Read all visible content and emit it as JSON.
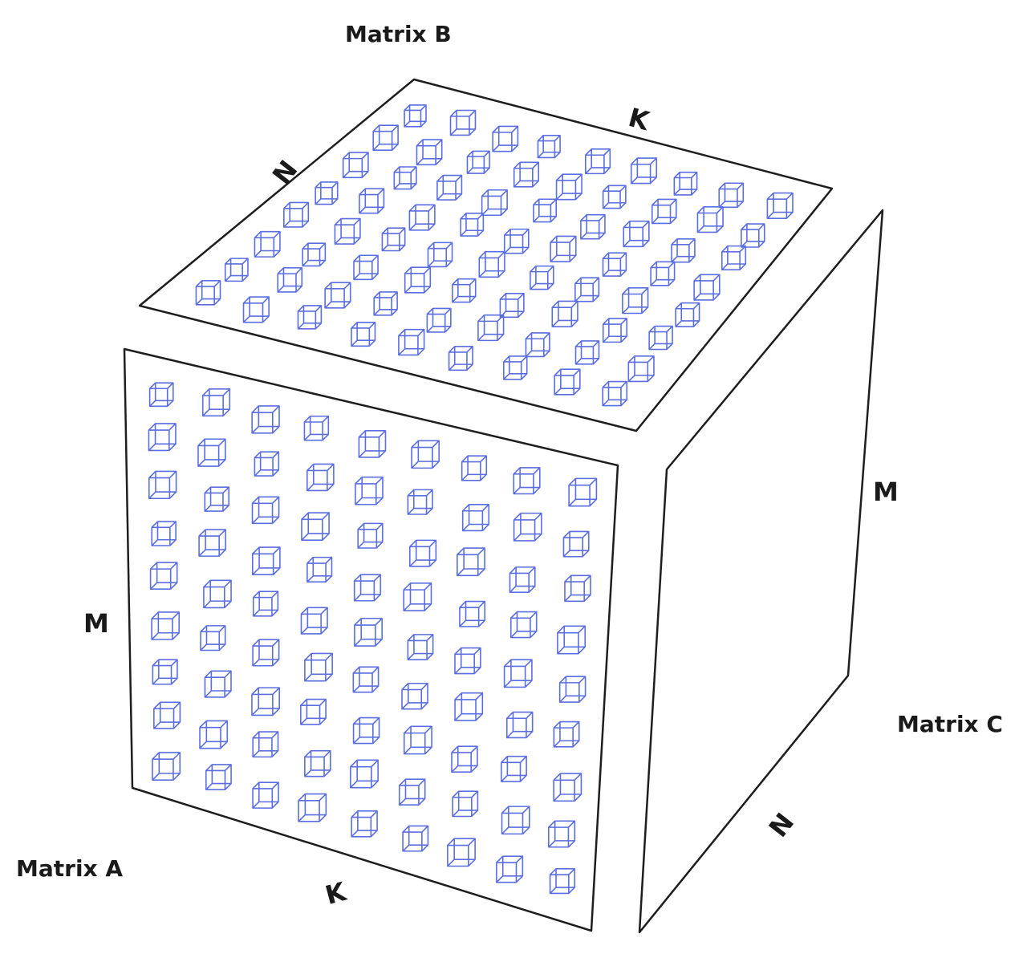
{
  "labels": {
    "matrix_a": "Matrix A",
    "matrix_b": "Matrix B",
    "matrix_c": "Matrix C",
    "front_side_dim": "M",
    "front_bottom_dim": "K",
    "top_left_dim": "N",
    "top_back_dim": "K",
    "right_side_dim": "M",
    "right_bottom_dim": "N"
  },
  "colors": {
    "outline": "#1e1e1e",
    "tile": "#5b6ee1",
    "background": "#ffffff"
  },
  "grid": {
    "front_face": {
      "columns": 9,
      "rows": 9
    },
    "top_face": {
      "columns": 9,
      "rows": 8
    }
  }
}
